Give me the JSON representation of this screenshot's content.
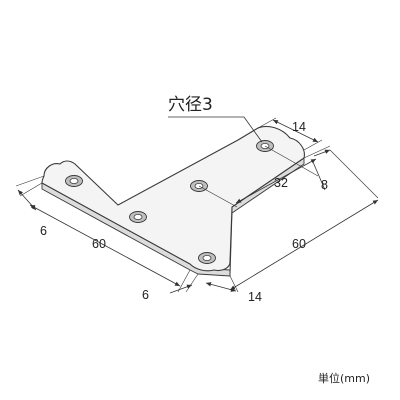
{
  "diagram": {
    "hole_label": "穴径3",
    "unit_label": "単位(mm)",
    "dimensions": {
      "top_width": "14",
      "hole_spacing": "32",
      "edge_offset": "8",
      "left_edge": "6",
      "left_length": "60",
      "right_length": "60",
      "bottom_edge": "6",
      "bottom_width": "14"
    }
  }
}
